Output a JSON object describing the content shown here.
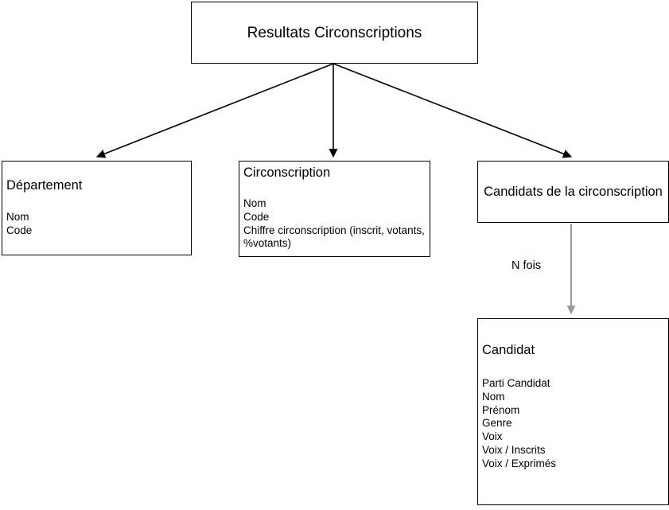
{
  "diagram": {
    "title_text": "Resultats Circonscriptions",
    "colors": {
      "node_border": "#000000",
      "node_fill": "#ffffff",
      "text": "#000000",
      "arrow_black": "#000000",
      "arrow_gray": "#9a9a9a"
    },
    "nodes": {
      "root": {
        "title": "Resultats Circonscriptions"
      },
      "departement": {
        "title": "Département",
        "fields": [
          "Nom",
          "Code"
        ]
      },
      "circonscription": {
        "title": "Circonscription",
        "fields": [
          "Nom",
          "Code",
          "Chiffre circonscription (inscrit, votants,",
          "%votants)"
        ]
      },
      "candidats": {
        "title": "Candidats de la circonscription"
      },
      "candidat": {
        "title": "Candidat",
        "fields": [
          "Parti Candidat",
          "Nom",
          "Prénom",
          "Genre",
          "Voix",
          "Voix / Inscrits",
          "Voix / Exprimés"
        ]
      }
    },
    "edges": {
      "root_to_departement": {
        "label": ""
      },
      "root_to_circonscription": {
        "label": ""
      },
      "root_to_candidats": {
        "label": ""
      },
      "candidats_to_candidat": {
        "label": "N fois"
      }
    }
  }
}
